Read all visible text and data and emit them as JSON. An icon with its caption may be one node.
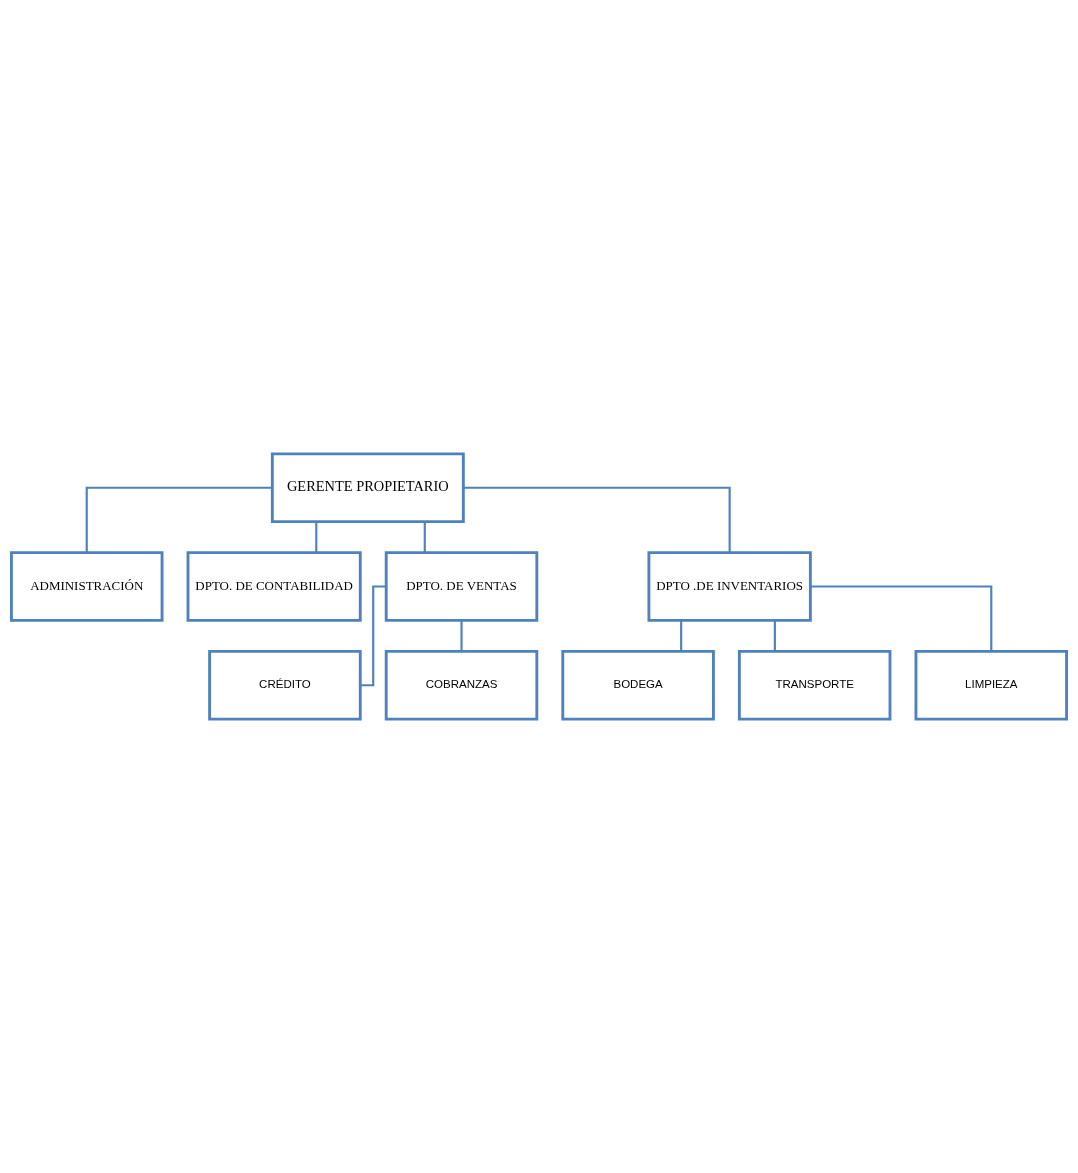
{
  "diagram": {
    "nodes": [
      {
        "text": [
          "GERENTE PROPIETARIO"
        ]
      },
      {
        "text": [
          "ADMINISTRACIÓN"
        ]
      },
      {
        "text": [
          "DPTO. DE CONTABILIDAD"
        ]
      },
      {
        "text": [
          "DPTO. DE VENTAS"
        ]
      },
      {
        "text": [
          "DPTO .DE INVENTARIOS"
        ]
      },
      {
        "text": [
          "CRÉDITO"
        ]
      },
      {
        "text": [
          "COBRANZAS"
        ]
      },
      {
        "text": [
          "BODEGA"
        ]
      },
      {
        "text": [
          "TRANSPORTE"
        ]
      },
      {
        "text": [
          "LIMPIEZA"
        ]
      }
    ],
    "edges": [
      {
        "from": 0,
        "to": 1,
        "arrow": "none"
      },
      {
        "from": 0,
        "to": 2,
        "arrow": "none"
      },
      {
        "from": 0,
        "to": 3,
        "arrow": "none"
      },
      {
        "from": 0,
        "to": 4,
        "arrow": "none"
      },
      {
        "from": 3,
        "to": 5,
        "arrow": "none"
      },
      {
        "from": 3,
        "to": 6,
        "arrow": "none"
      },
      {
        "from": 4,
        "to": 7,
        "arrow": "none"
      },
      {
        "from": 4,
        "to": 8,
        "arrow": "none"
      },
      {
        "from": 4,
        "to": 9,
        "arrow": "none"
      }
    ]
  }
}
